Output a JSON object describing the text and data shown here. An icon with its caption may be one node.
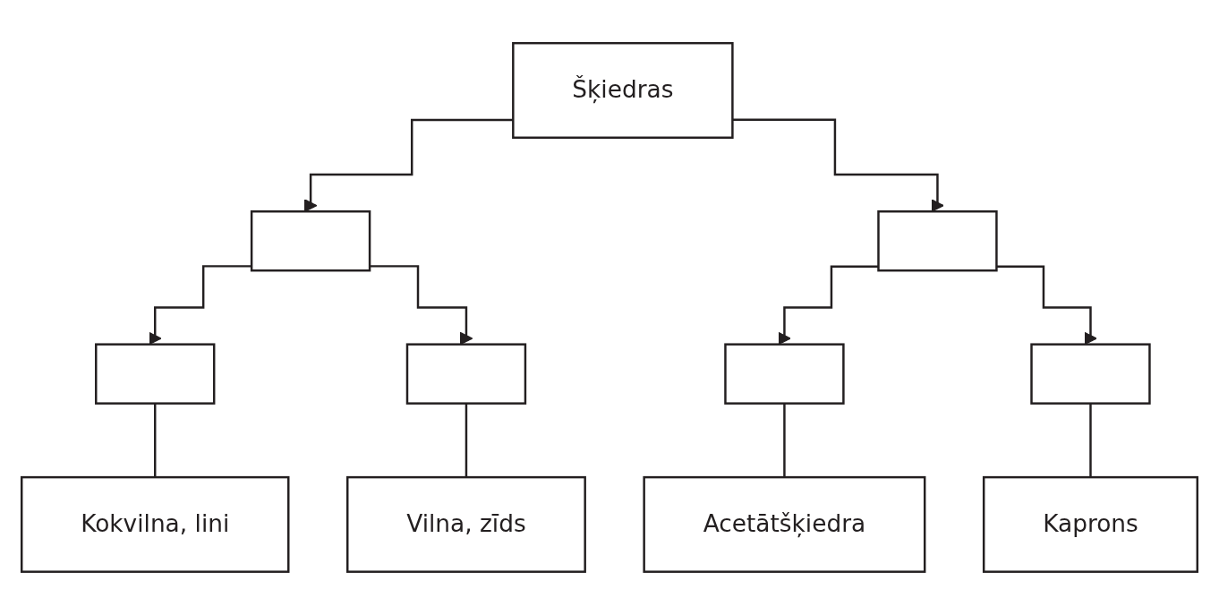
{
  "diagram": {
    "nodes": [
      {
        "text": [
          "Šķiedras"
        ]
      },
      {
        "text": [],
        "shape": "box"
      },
      {
        "text": [],
        "shape": "box"
      },
      {
        "text": [],
        "shape": "box"
      },
      {
        "text": [],
        "shape": "box"
      },
      {
        "text": [],
        "shape": "box"
      },
      {
        "text": [],
        "shape": "box"
      },
      {
        "text": [
          "Kokvilna, lini"
        ]
      },
      {
        "text": [
          "Vilna, zīds"
        ]
      },
      {
        "text": [
          "Acetātšķiedra"
        ]
      },
      {
        "text": [
          "Kaprons"
        ]
      }
    ],
    "edges": [
      {
        "from": 0,
        "to": 1,
        "arrow": "to"
      },
      {
        "from": 0,
        "to": 2,
        "arrow": "to"
      },
      {
        "from": 1,
        "to": 3,
        "arrow": "to"
      },
      {
        "from": 1,
        "to": 4,
        "arrow": "to"
      },
      {
        "from": 2,
        "to": 5,
        "arrow": "to"
      },
      {
        "from": 2,
        "to": 6,
        "arrow": "to"
      },
      {
        "from": 3,
        "to": 7,
        "arrow": "none"
      },
      {
        "from": 4,
        "to": 8,
        "arrow": "none"
      },
      {
        "from": 5,
        "to": 9,
        "arrow": "none"
      },
      {
        "from": 6,
        "to": 10,
        "arrow": "none"
      }
    ]
  }
}
